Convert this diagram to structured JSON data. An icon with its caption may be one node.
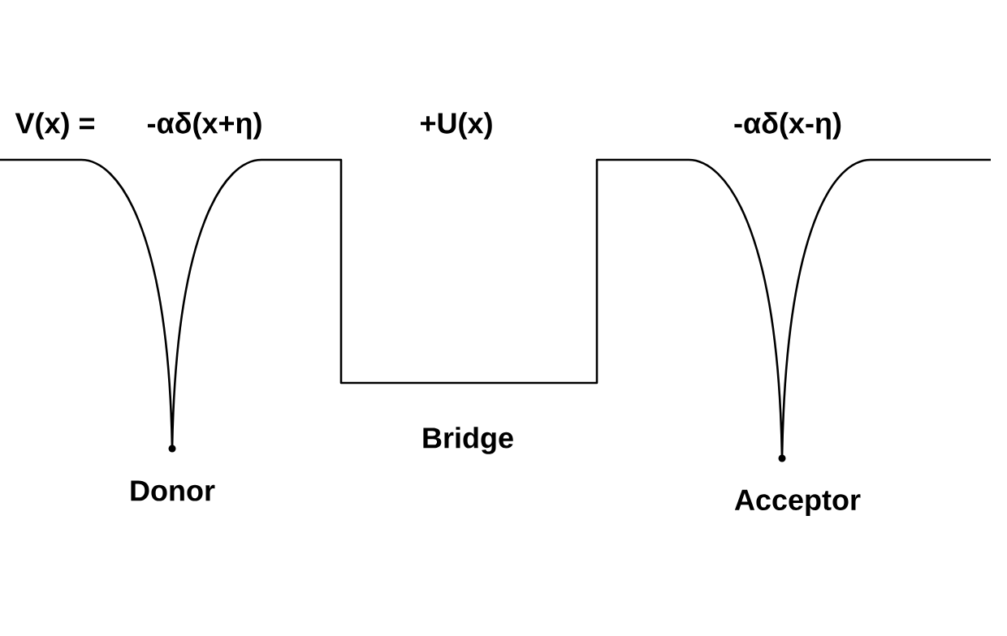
{
  "diagram": {
    "labels": [
      "V(x) =",
      "-αδ(x+η)",
      "+U(x)",
      "-αδ(x-η)",
      "Bridge",
      "Donor",
      "Acceptor"
    ]
  }
}
